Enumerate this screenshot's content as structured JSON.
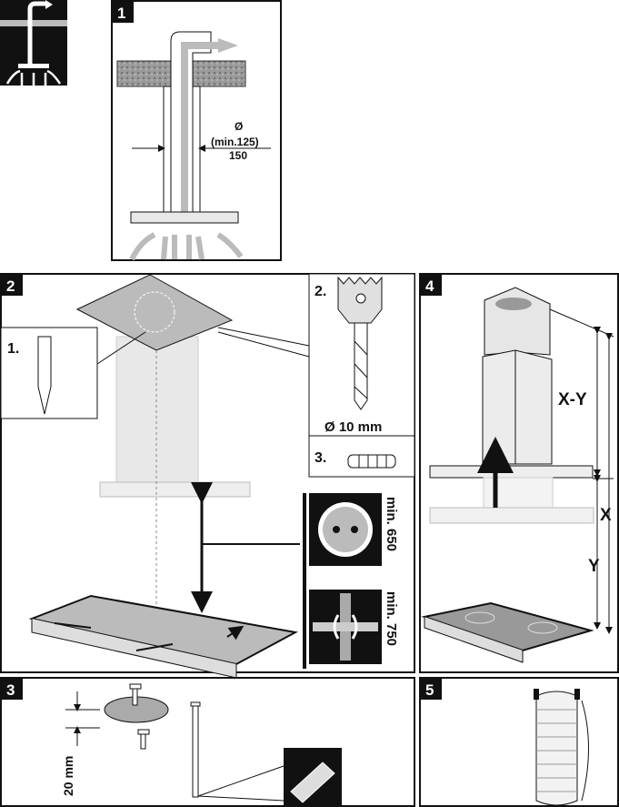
{
  "icon": {
    "name": "air-exhaust-mode-icon"
  },
  "panel1": {
    "step": "1",
    "diameter_symbol": "Ø",
    "min_diameter": "(min.125)",
    "diameter": "150"
  },
  "panel2": {
    "step": "2",
    "substep1": "1.",
    "substep2": "2.",
    "drill_size": "Ø 10 mm",
    "substep3": "3.",
    "socket_min": "min. 650",
    "junction_min": "min. 750"
  },
  "panel3": {
    "step": "3",
    "depth": "20 mm"
  },
  "panel4": {
    "step": "4",
    "label_xy": "X-Y",
    "label_x": "X",
    "label_y": "Y"
  },
  "panel5": {
    "step": "5"
  },
  "colors": {
    "ink": "#111111",
    "duct_grey": "#bdbdbd",
    "panel_fill": "#e8e8e8"
  }
}
